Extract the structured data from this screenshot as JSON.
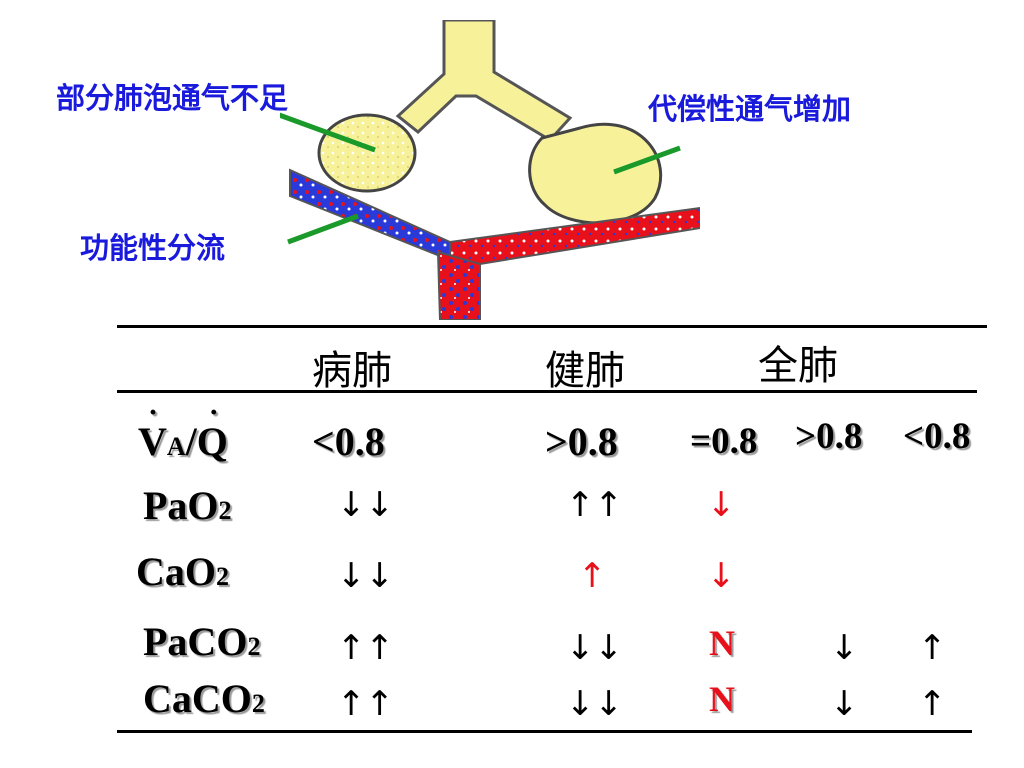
{
  "diagram": {
    "label_partial_alveolar_hypoventilation": "部分肺泡通气不足",
    "label_compensatory_ventilation_increase": "代偿性通气增加",
    "label_functional_shunt": "功能性分流",
    "colors": {
      "label": "#1a1adc",
      "pointer": "#1a9a2a",
      "alveolus": "#f7f29a",
      "blood_red": "#e8101a",
      "blood_blue": "#2a3ad8"
    }
  },
  "table": {
    "headers": [
      "病肺",
      "健肺",
      "全肺"
    ],
    "vaq_label": {
      "v": "V",
      "sub": "A",
      "slash": "/",
      "q": "Q"
    },
    "vaq_values": {
      "diseased": "<0.8",
      "healthy": ">0.8",
      "whole_eq": "=0.8",
      "whole_gt": ">0.8",
      "whole_lt": "<0.8"
    },
    "rows": [
      {
        "name": "PaO",
        "sub": "2",
        "diseased": "↓↓",
        "healthy": "↑↑",
        "whole_n": "↓"
      },
      {
        "name": "CaO",
        "sub": "2",
        "diseased": "↓↓",
        "healthy": "↑",
        "whole_n": "↓"
      },
      {
        "name": "PaCO",
        "sub": "2",
        "diseased": "↑↑",
        "healthy": "↓↓",
        "whole_n": "N",
        "whole_gt": "↓",
        "whole_lt": "↑"
      },
      {
        "name": "CaCO",
        "sub": "2",
        "diseased": "↑↑",
        "healthy": "↓↓",
        "whole_n": "N",
        "whole_gt": "↓",
        "whole_lt": "↑"
      }
    ]
  }
}
